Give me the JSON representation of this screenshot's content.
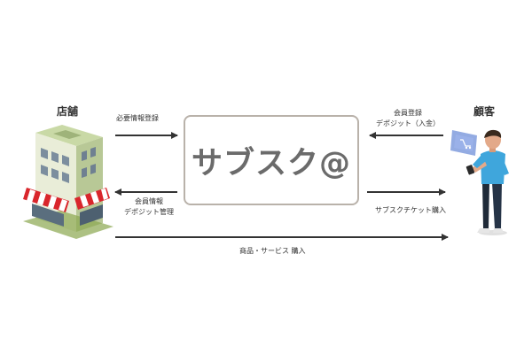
{
  "nodes": {
    "store": {
      "label": "店舗"
    },
    "customer": {
      "label": "顧客"
    },
    "service": {
      "label": "サブスク@"
    }
  },
  "flows": {
    "store_to_service": {
      "label": "必要情報登録"
    },
    "customer_to_service": {
      "line1": "会員登録",
      "line2": "デポジット（入金）"
    },
    "service_to_store": {
      "line1": "会員情報",
      "line2": "デポジット管理"
    },
    "service_to_customer": {
      "label": "サブスクチケット購入"
    },
    "customer_purchase": {
      "label": "商品・サービス 購入"
    }
  },
  "colors": {
    "arrow": "#333333",
    "box_border": "#b9b2aa",
    "logo_text": "#6b6b6b",
    "awning_red": "#d9262c",
    "shirt_blue": "#3fa6dc"
  }
}
